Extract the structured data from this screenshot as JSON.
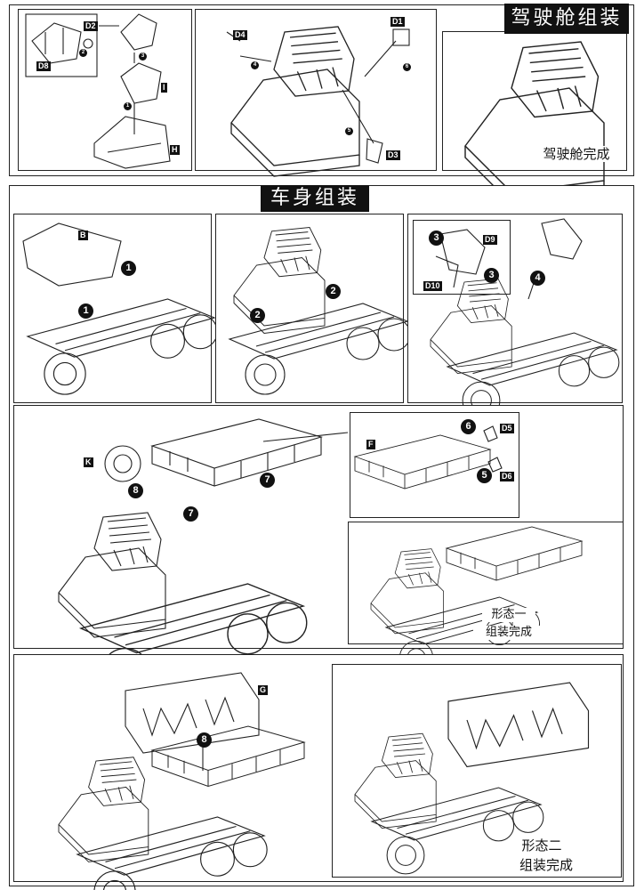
{
  "cab_section": {
    "title": "驾驶舱组装",
    "complete_caption": "驾驶舱完成",
    "parts": [
      "D2",
      "D8",
      "I",
      "H",
      "D4",
      "D1",
      "D3"
    ],
    "steps": [
      "2",
      "3",
      "1",
      "4",
      "6",
      "5"
    ]
  },
  "body_section": {
    "title": "车身组装",
    "row1": {
      "parts": [
        "B",
        "D9",
        "D10"
      ],
      "steps": [
        "1",
        "1",
        "2",
        "2",
        "3",
        "3",
        "4"
      ]
    },
    "row2": {
      "parts": [
        "K",
        "F",
        "D5",
        "D6"
      ],
      "steps": [
        "8",
        "7",
        "7",
        "6",
        "5"
      ],
      "complete_caption_line1": "形态一",
      "complete_caption_line2": "组装完成"
    },
    "row3": {
      "parts": [
        "G"
      ],
      "steps": [
        "8"
      ],
      "complete_caption_line1": "形态二",
      "complete_caption_line2": "组装完成"
    }
  }
}
